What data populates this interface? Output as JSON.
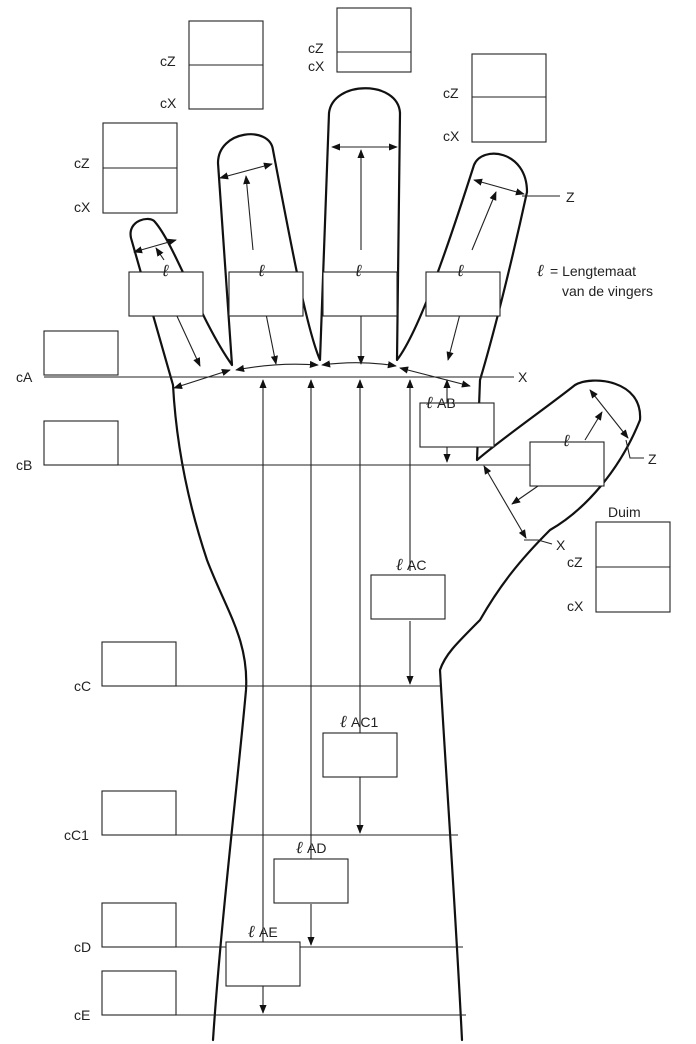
{
  "labels": {
    "cZ": "cZ",
    "cX": "cX",
    "cA": "cA",
    "cB": "cB",
    "cC": "cC",
    "cC1": "cC1",
    "cD": "cD",
    "cE": "cE",
    "X": "X",
    "Z": "Z",
    "ell": "ℓ",
    "AB": "AB",
    "AC": "AC",
    "AC1": "AC1",
    "AD": "AD",
    "AE": "AE",
    "duim": "Duim"
  },
  "legend": {
    "symbol": "ℓ",
    "equals": "= Lengtemaat",
    "line2": "van de vingers"
  }
}
